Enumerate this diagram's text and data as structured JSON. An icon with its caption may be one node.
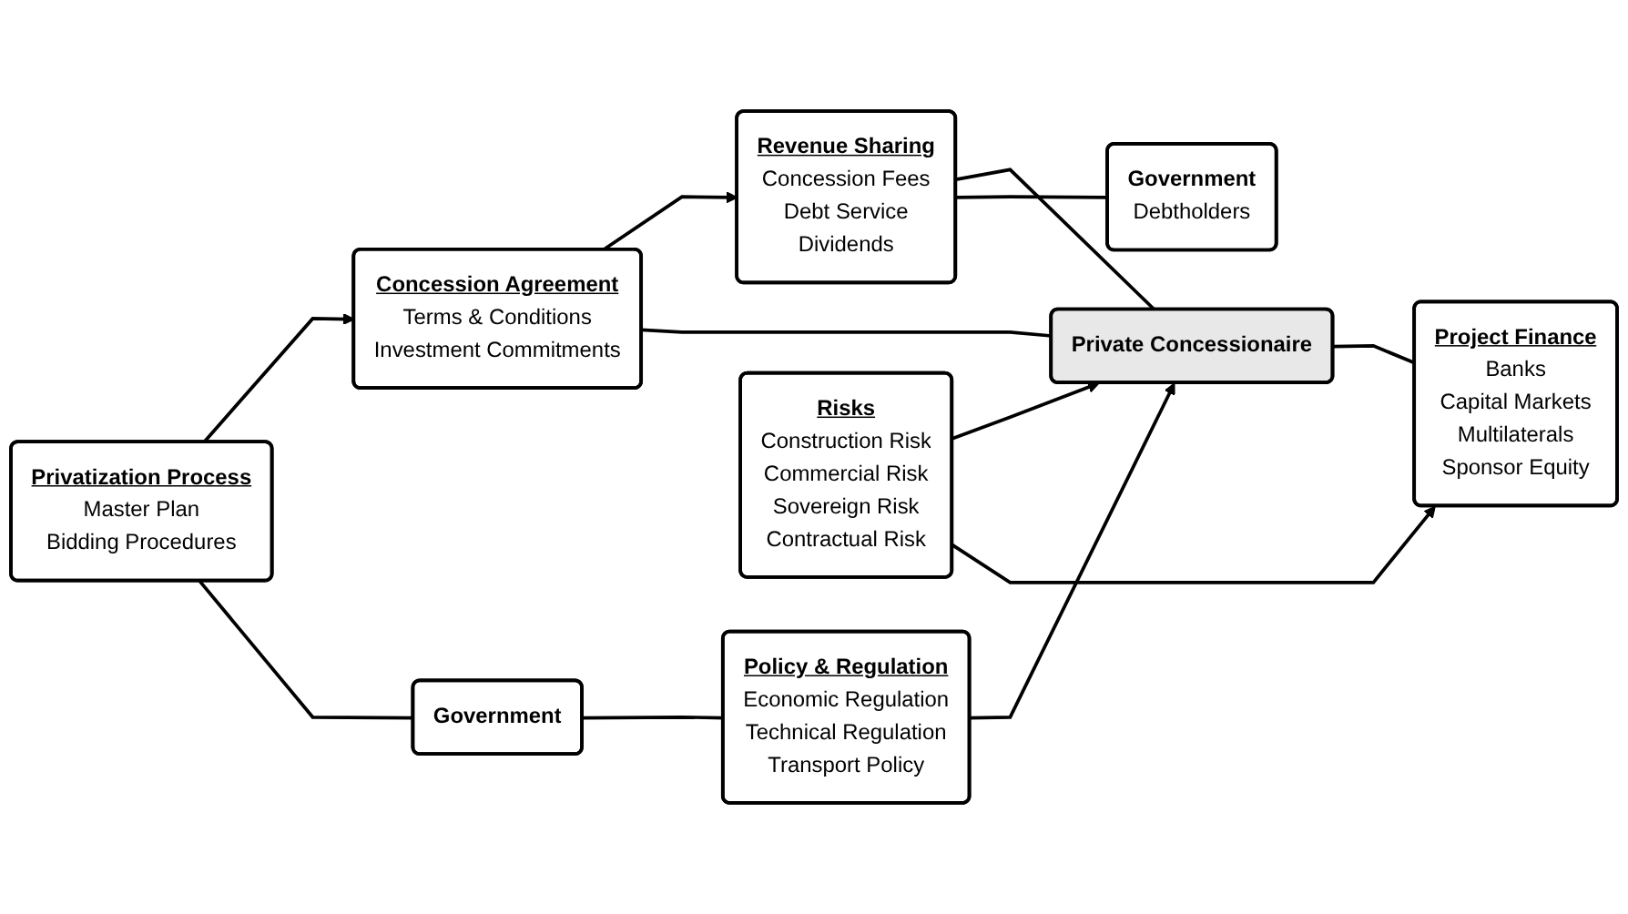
{
  "diagram": {
    "nodes": [
      {
        "text": [
          "Privatization Process",
          "Master Plan",
          "Bidding Procedures"
        ]
      },
      {
        "text": [
          "Concession Agreement",
          "Terms & Conditions",
          "Investment Commitments"
        ]
      },
      {
        "text": [
          "Revenue Sharing",
          "Concession Fees",
          "Debt Service",
          "Dividends"
        ]
      },
      {
        "text": [
          "Government"
        ]
      },
      {
        "text": [
          "Private Concessionaire"
        ]
      },
      {
        "text": [
          "Government",
          "Debtholders"
        ]
      },
      {
        "text": [
          "Policy & Regulation",
          "Economic Regulation",
          "Technical Regulation",
          "Transport Policy"
        ]
      },
      {
        "text": [
          "Project Finance",
          "Banks",
          "Capital Markets",
          "Multilaterals",
          "Sponsor Equity"
        ]
      },
      {
        "text": [
          "Risks",
          "Construction Risk",
          "Commercial Risk",
          "Sovereign Risk",
          "Contractual Risk"
        ]
      }
    ],
    "edges": [
      {
        "from": 0,
        "to": 1,
        "arrow": "to"
      },
      {
        "from": 1,
        "to": 2,
        "arrow": "to"
      },
      {
        "from": 0,
        "to": 3,
        "arrow": "none"
      },
      {
        "from": 3,
        "to": 6,
        "arrow": "none"
      },
      {
        "from": 1,
        "to": 4,
        "arrow": "none"
      },
      {
        "from": 4,
        "to": 7,
        "arrow": "none"
      },
      {
        "from": 2,
        "to": 4,
        "arrow": "none"
      },
      {
        "from": 2,
        "to": 5,
        "arrow": "none"
      },
      {
        "from": 6,
        "to": 4,
        "arrow": "to"
      },
      {
        "from": 8,
        "to": 4,
        "arrow": "to"
      },
      {
        "from": 8,
        "to": 7,
        "arrow": "to"
      }
    ]
  }
}
